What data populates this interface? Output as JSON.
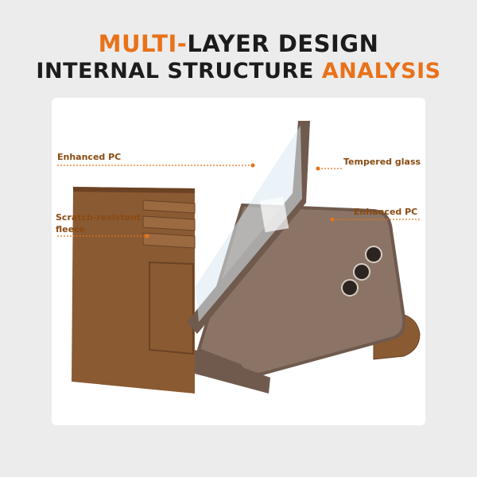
{
  "headline": {
    "line1_accent": "MULTI-",
    "line1_rest": "LAYER DESIGN",
    "line2_start": "INTERNAL STRUCTURE ",
    "line2_accent": "ANALYSIS"
  },
  "callouts": {
    "enhanced_pc_left": "Enhanced PC",
    "tempered_glass": "Tempered glass",
    "enhanced_pc_right": "Enhanced PC",
    "fleece_line1": "Scratch-resistant",
    "fleece_line2": "fleece"
  },
  "colors": {
    "accent": "#e8721a",
    "headline": "#1c1c1c",
    "callout_text": "#8a4a12",
    "leather": "#8a5a33",
    "frame": "#6f5a4d",
    "background": "#ececec"
  }
}
